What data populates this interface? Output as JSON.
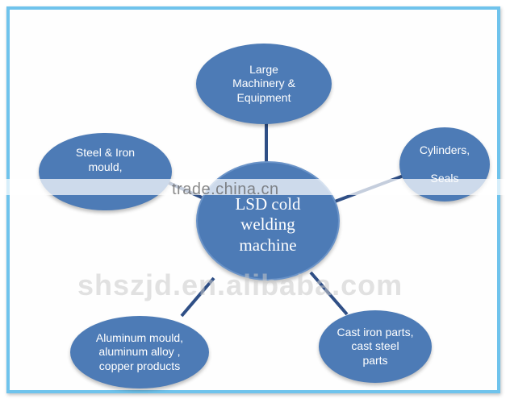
{
  "diagram": {
    "center": "LSD cold\nwelding\nmachine",
    "nodes": {
      "top": "Large\nMachinery  &\nEquipment",
      "left": "Steel & Iron\nmould,",
      "right": "Cylinders,\n\nSeals",
      "bottom_left": "Aluminum mould,\naluminum alloy ,\ncopper products",
      "bottom_right": "Cast iron parts,\ncast steel\nparts"
    },
    "node_color": "#4d7bb6",
    "frame_color": "#6fc3ec"
  },
  "watermarks": {
    "trade": "trade.china.cn",
    "alibaba": "shszjd.en.alibaba.com"
  }
}
